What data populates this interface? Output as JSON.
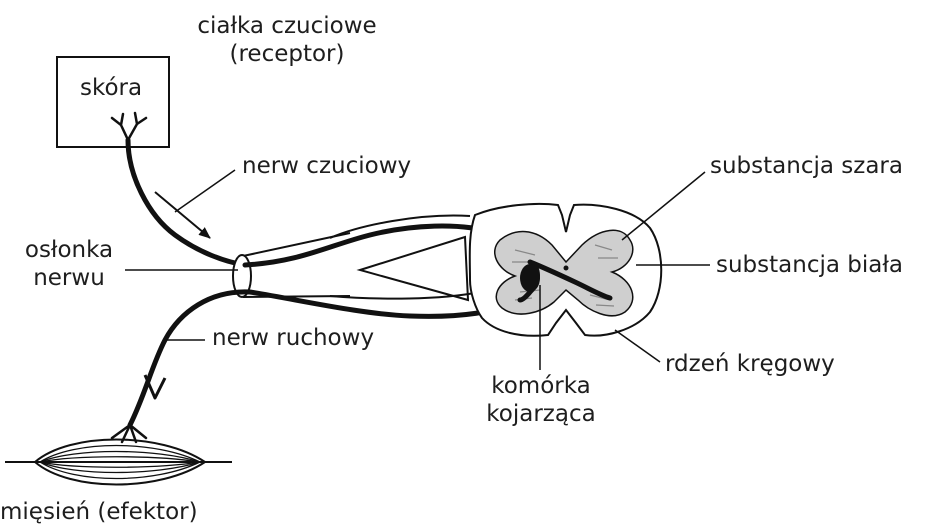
{
  "labels": {
    "receptor_line1": "ciałka czuciowe",
    "receptor_line2": "(receptor)",
    "skin": "skóra",
    "sensory_nerve": "nerw czuciowy",
    "sheath_line1": "osłonka",
    "sheath_line2": "nerwu",
    "motor_nerve": "nerw ruchowy",
    "muscle": "mięsień (efektor)",
    "interneuron_line1": "komórka",
    "interneuron_line2": "kojarząca",
    "spinal_cord": "rdzeń kręgowy",
    "gray_matter": "substancja szara",
    "white_matter": "substancja biała"
  }
}
